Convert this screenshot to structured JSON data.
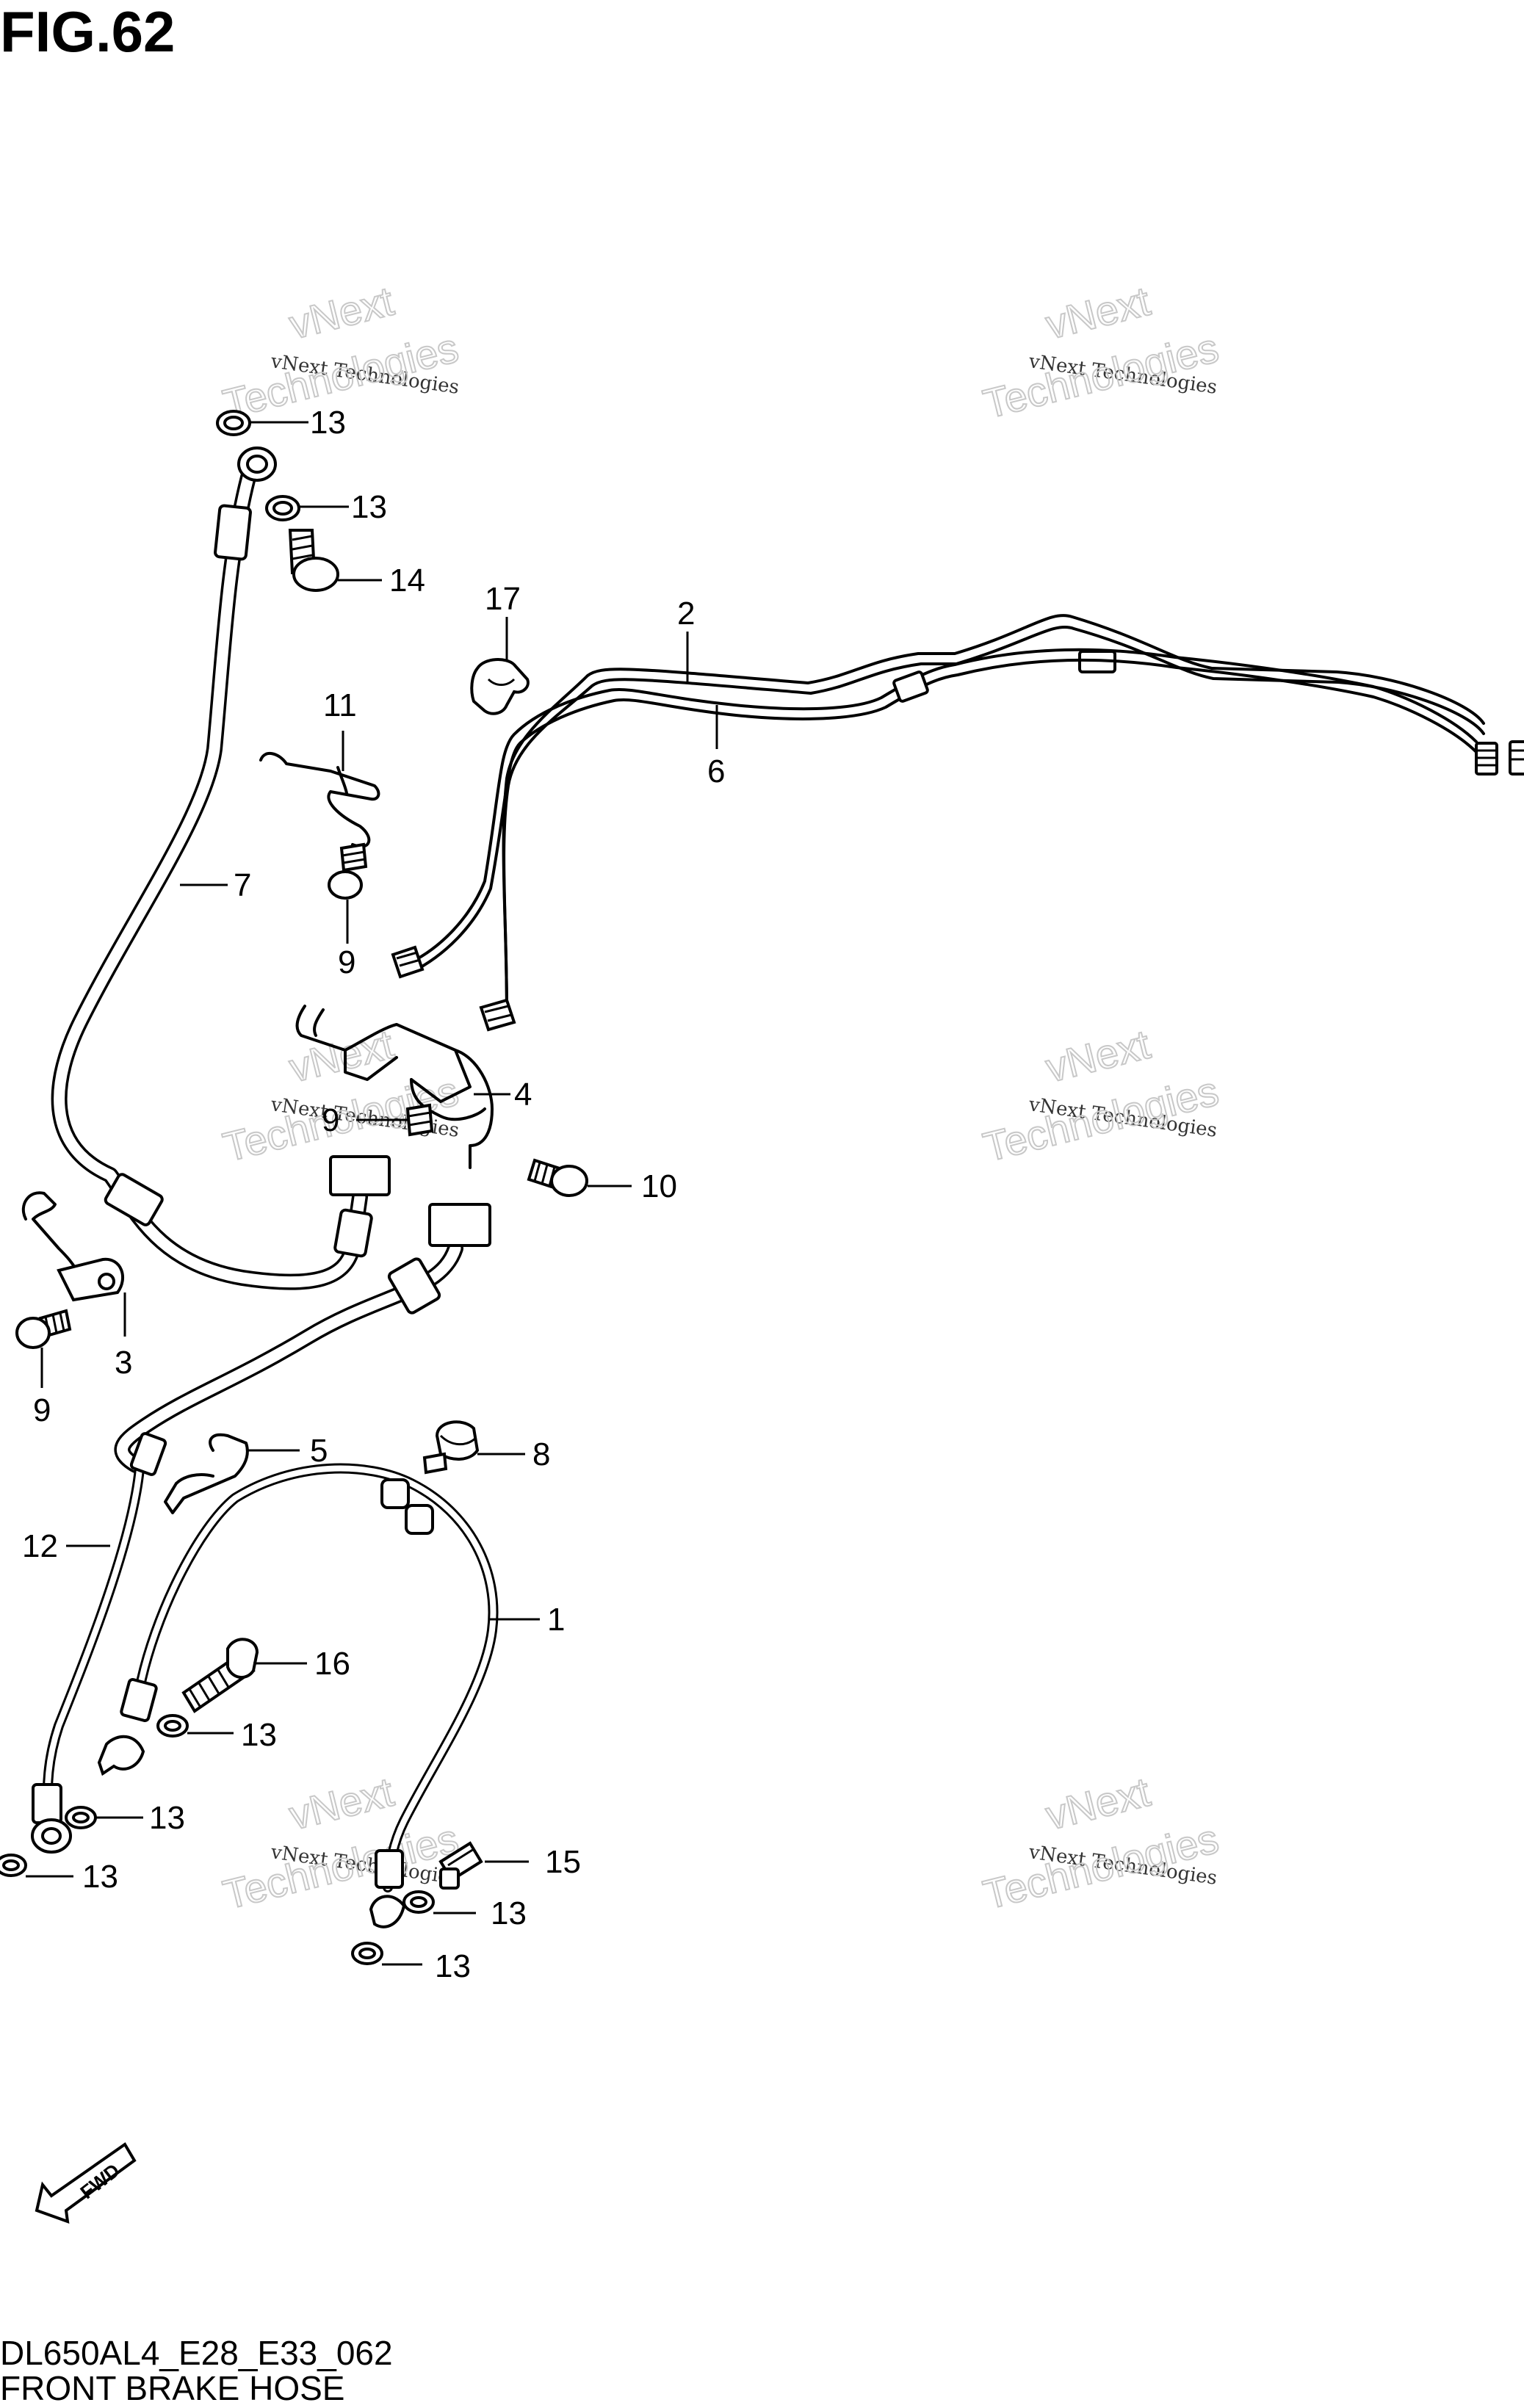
{
  "figure": {
    "title": "FIG.62",
    "model_code": "DL650AL4_E28_E33_062",
    "caption": "FRONT BRAKE HOSE",
    "direction_marker": "FWD"
  },
  "watermark": {
    "line1": "vNext Technologies",
    "line2": "vNext",
    "line3": "Technologies"
  },
  "callouts": [
    {
      "id": "c13a",
      "label": "13"
    },
    {
      "id": "c13b",
      "label": "13"
    },
    {
      "id": "c14",
      "label": "14"
    },
    {
      "id": "c17",
      "label": "17"
    },
    {
      "id": "c2",
      "label": "2"
    },
    {
      "id": "c6",
      "label": "6"
    },
    {
      "id": "c11",
      "label": "11"
    },
    {
      "id": "c7",
      "label": "7"
    },
    {
      "id": "c9a",
      "label": "9"
    },
    {
      "id": "c4",
      "label": "4"
    },
    {
      "id": "c9b",
      "label": "9"
    },
    {
      "id": "c10",
      "label": "10"
    },
    {
      "id": "c3",
      "label": "3"
    },
    {
      "id": "c9c",
      "label": "9"
    },
    {
      "id": "c5",
      "label": "5"
    },
    {
      "id": "c8",
      "label": "8"
    },
    {
      "id": "c12",
      "label": "12"
    },
    {
      "id": "c1",
      "label": "1"
    },
    {
      "id": "c16",
      "label": "16"
    },
    {
      "id": "c13c",
      "label": "13"
    },
    {
      "id": "c13d",
      "label": "13"
    },
    {
      "id": "c13e",
      "label": "13"
    },
    {
      "id": "c15",
      "label": "15"
    },
    {
      "id": "c13f",
      "label": "13"
    },
    {
      "id": "c13g",
      "label": "13"
    }
  ]
}
